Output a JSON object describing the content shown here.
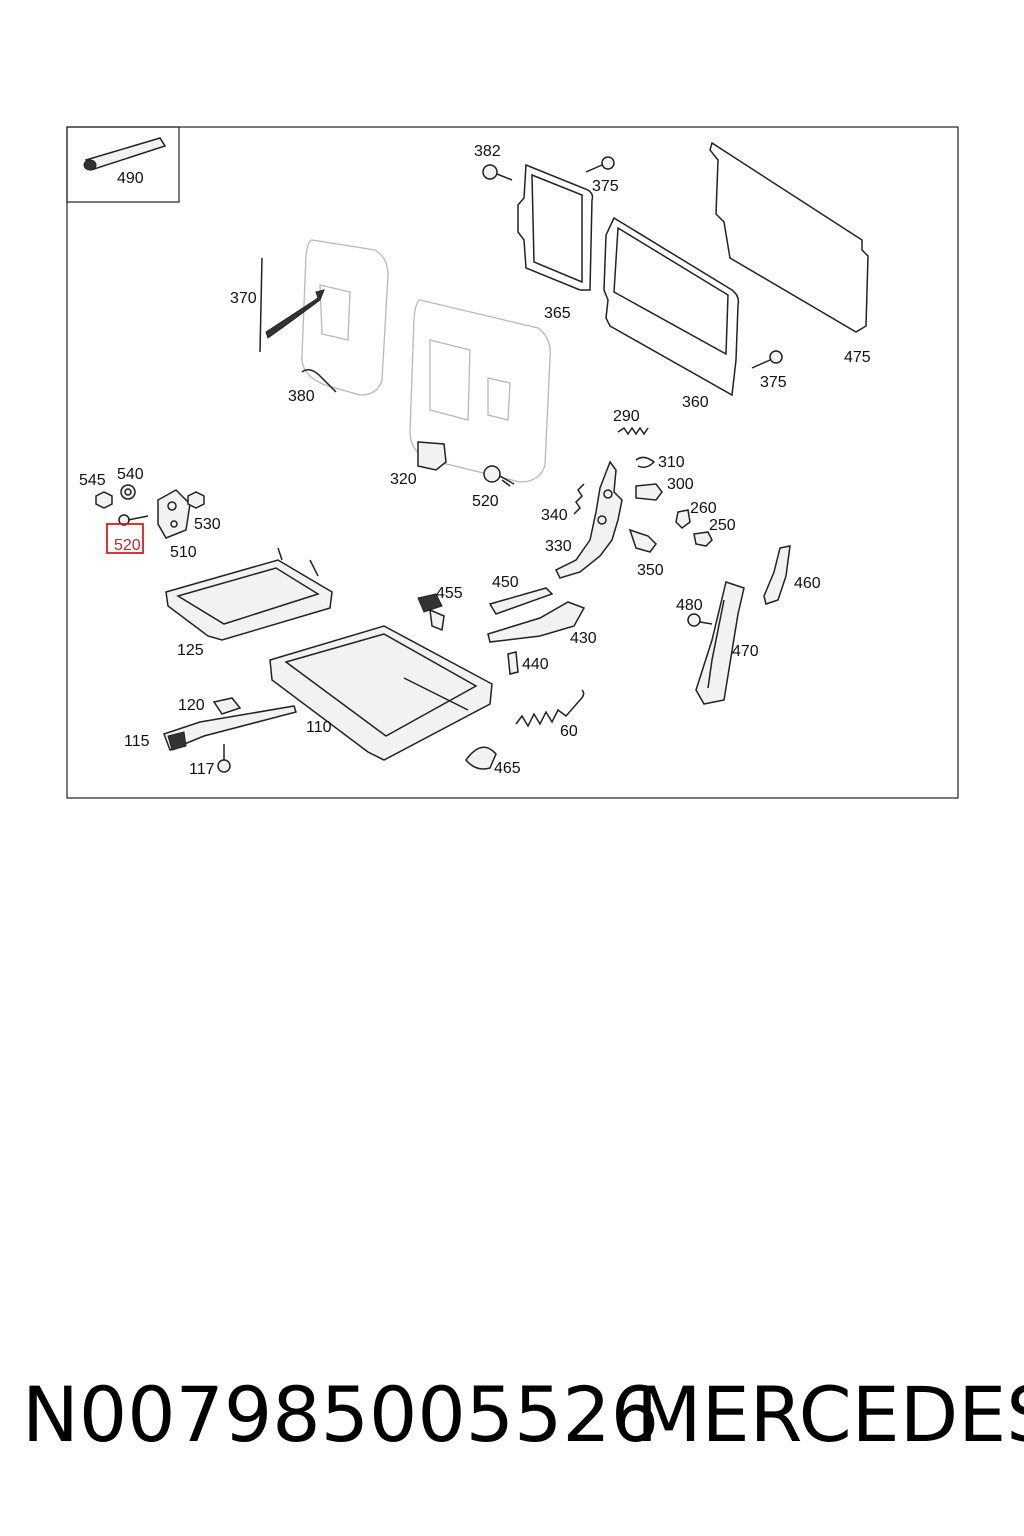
{
  "diagram": {
    "highlighted_part": "520",
    "highlight_color": "#d62020",
    "callouts": {
      "c490": "490",
      "c382": "382",
      "c375a": "375",
      "c365": "365",
      "c360": "360",
      "c375b": "375",
      "c475": "475",
      "c370": "370",
      "c380": "380",
      "c290": "290",
      "c310": "310",
      "c300": "300",
      "c260": "260",
      "c250": "250",
      "c320": "320",
      "c520a": "520",
      "c545": "545",
      "c540": "540",
      "c530": "530",
      "c520b": "520",
      "c510": "510",
      "c340": "340",
      "c330": "330",
      "c350": "350",
      "c455": "455",
      "c450": "450",
      "c430": "430",
      "c460": "460",
      "c480": "480",
      "c470": "470",
      "c125": "125",
      "c440": "440",
      "c120": "120",
      "c110": "110",
      "c115": "115",
      "c60": "60",
      "c117": "117",
      "c465": "465"
    }
  },
  "footer": {
    "part_number": "N007985005526",
    "brand": "MERCEDES"
  }
}
